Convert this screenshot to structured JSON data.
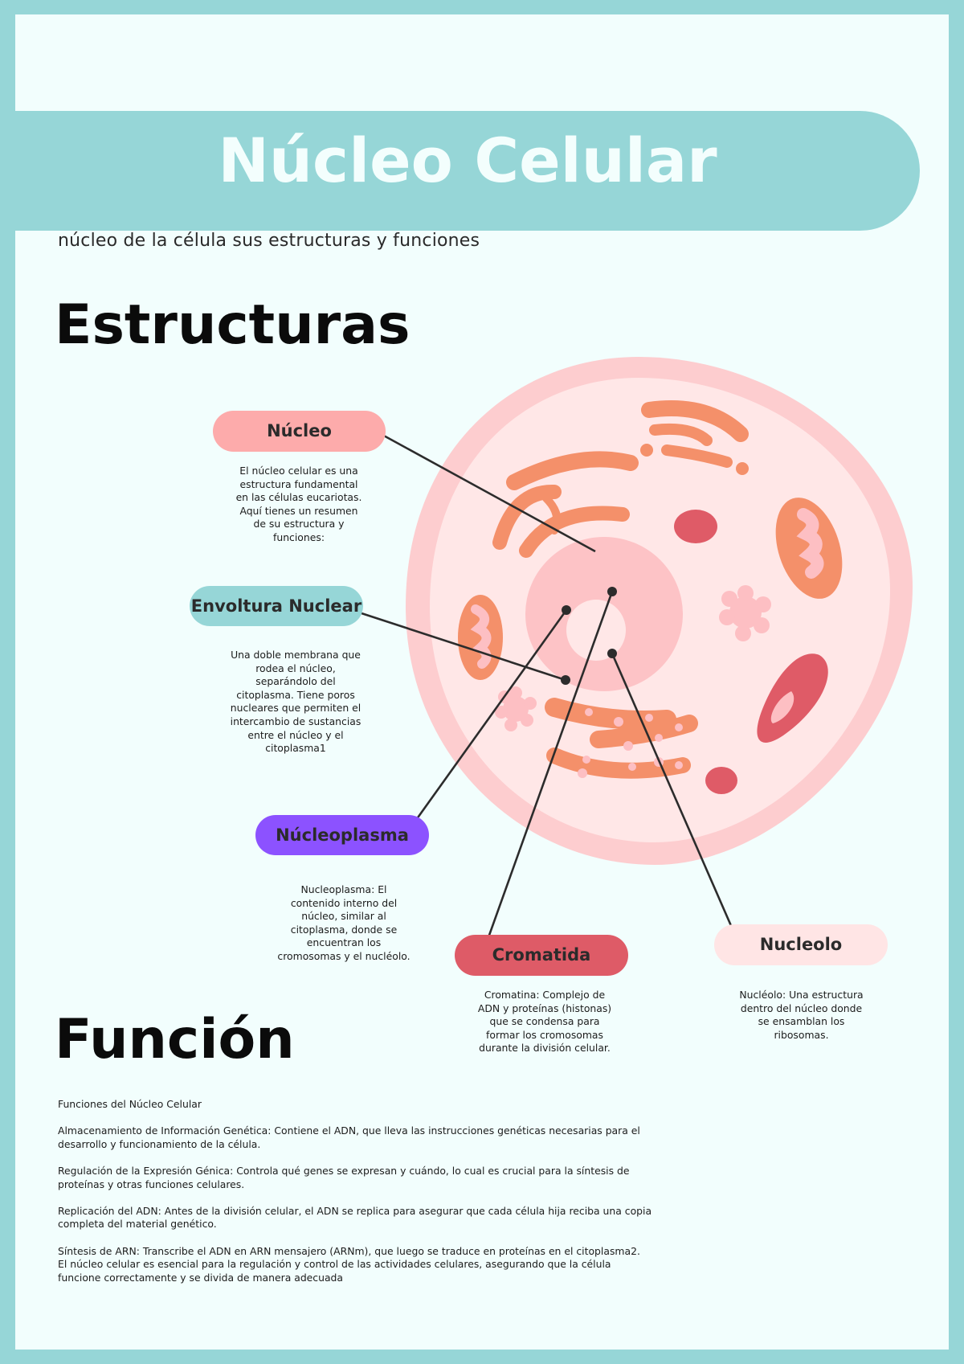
{
  "header": {
    "title": "Núcleo Celular",
    "subtitle": "núcleo de la célula sus estructuras y funciones"
  },
  "sections": {
    "structures_heading": "Estructuras",
    "function_heading": "Función"
  },
  "labels": [
    {
      "id": "nucleo",
      "label": "Núcleo",
      "color": "#fdabab",
      "description": "El núcleo celular es una estructura fundamental en las células eucariotas. Aquí tienes un resumen de su estructura y funciones:"
    },
    {
      "id": "envoltura",
      "label": "Envoltura Nuclear",
      "color": "#96d6d7",
      "description": "Una doble membrana que rodea el núcleo, separándolo del citoplasma. Tiene poros nucleares que permiten el intercambio de sustancias entre el núcleo y el citoplasma1"
    },
    {
      "id": "nucleoplasma",
      "label": "Núcleoplasma",
      "color": "#8c52ff",
      "description": "Nucleoplasma: El contenido interno del núcleo, similar al citoplasma, donde se encuentran los cromosomas y el nucléolo."
    },
    {
      "id": "cromatida",
      "label": "Cromatida",
      "color": "#de5b67",
      "description": "Cromatina: Complejo de ADN y proteínas (histonas) que se condensa para formar los cromosomas durante la división celular."
    },
    {
      "id": "nucleolo",
      "label": "Nucleolo",
      "color": "#ffe5e5",
      "description": "Nucléolo: Una estructura dentro del núcleo donde se ensamblan los ribosomas."
    }
  ],
  "functions": {
    "intro": "Funciones del Núcleo Celular",
    "items": [
      "Almacenamiento de Información Genética: Contiene el ADN, que lleva las instrucciones genéticas necesarias para el desarrollo y funcionamiento de la célula.",
      "Regulación de la Expresión Génica: Controla qué genes se expresan y cuándo, lo cual es crucial para la síntesis de proteínas y otras funciones celulares.",
      "Replicación del ADN: Antes de la división celular, el ADN se replica para asegurar que cada célula hija reciba una copia completa del material genético.",
      "Síntesis de ARN: Transcribe el ADN en ARN mensajero (ARNm), que luego se traduce en proteínas en el citoplasma2.\nEl núcleo celular es esencial para la regulación y control de las actividades celulares, asegurando que la célula funcione correctamente y se divida de manera adecuada"
    ]
  },
  "colors": {
    "frame": "#96d6d7",
    "page": "#f2fefd",
    "cell_outer": "#fdcdcf",
    "cell_inner": "#ffe7e7",
    "organelle": "#f4906a",
    "organelle_red": "#df5b67"
  }
}
